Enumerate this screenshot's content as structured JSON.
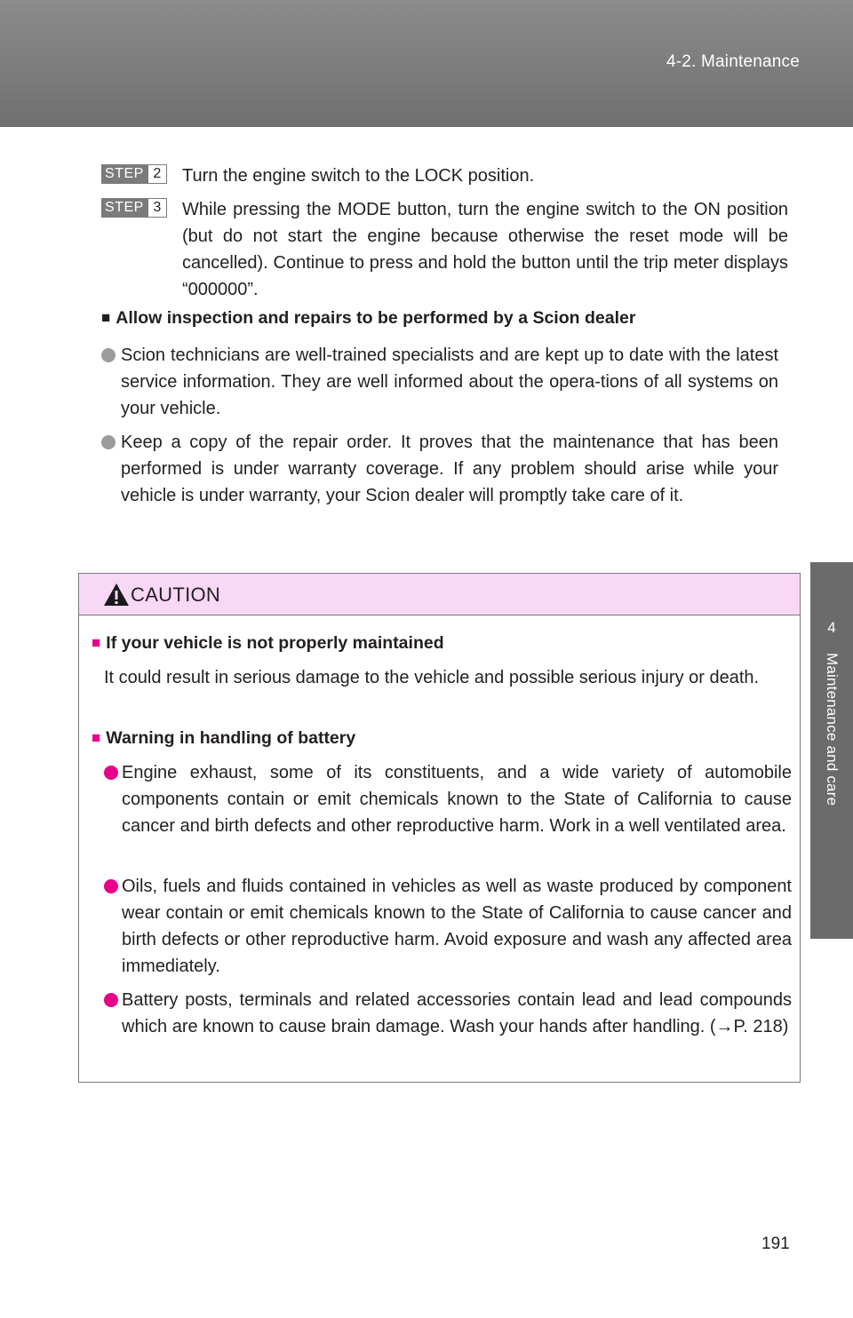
{
  "header": {
    "section": "4-2. Maintenance"
  },
  "side_tab": {
    "chapter_number": "4",
    "chapter_title": "Maintenance and care"
  },
  "steps": [
    {
      "badge_word": "STEP",
      "badge_number": "2",
      "text": "Turn the engine switch to the LOCK position."
    },
    {
      "badge_word": "STEP",
      "badge_number": "3",
      "text": "While pressing the MODE button, turn the engine switch to the ON position (but do not start the engine because otherwise the reset mode will be cancelled). Continue to press and hold the button until the trip meter displays “000000”."
    }
  ],
  "inspection": {
    "marker": "■",
    "heading": "Allow inspection and repairs to be performed by a Scion dealer",
    "bullets": [
      "Scion technicians are well-trained specialists and are kept up to date with the latest service information. They are well informed about the opera-tions of all systems on your vehicle.",
      "Keep a copy of the repair order. It proves that the maintenance that has been performed is under warranty coverage. If any problem should arise while your vehicle is under warranty, your Scion dealer will promptly take care of it."
    ]
  },
  "caution": {
    "title": "CAUTION",
    "icon": "warning-triangle-icon",
    "header_color": "#f9d7f7",
    "accent_color": "#e8008a",
    "marker": "■",
    "section1": {
      "heading": "If your vehicle is not properly maintained",
      "text": "It could result in serious damage to the vehicle and possible serious injury or death."
    },
    "section2": {
      "heading": "Warning in handling of battery",
      "bullets": [
        "Engine exhaust, some of its constituents, and a wide variety of automobile components contain or emit chemicals known to the State of California to cause cancer and birth defects and other reproductive harm. Work in a well ventilated area.",
        "Oils, fuels and fluids contained in vehicles as well as waste produced by component wear contain or emit chemicals known to the State of California to cause cancer and birth defects or other reproductive harm. Avoid exposure and wash any affected area immediately.",
        "Battery posts, terminals and related accessories contain lead and lead compounds which are known to cause brain damage. Wash your hands after handling. (→P. 218)"
      ]
    }
  },
  "page_number": "191"
}
